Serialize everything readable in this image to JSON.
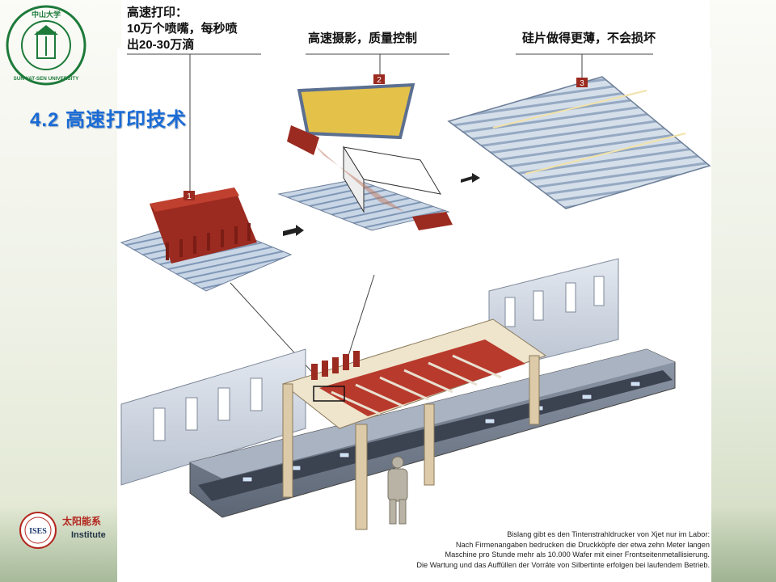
{
  "slide_title": "4.2 高速打印技术",
  "labels": {
    "step1_lines": [
      "高速打印：",
      "10万个喷嘴，每秒喷",
      "出20-30万滴"
    ],
    "step2": "高速摄影，质量控制",
    "step3": "硅片做得更薄，不会损坏"
  },
  "step_numbers": [
    "1",
    "2",
    "3"
  ],
  "university_logo": {
    "icon": "sun-yat-sen-university-seal-icon",
    "chinese_name": "中山大学",
    "english_name": "SUN YAT-SEN UNIVERSITY",
    "color": "#1d7a3a"
  },
  "institute": {
    "name": "太阳能系",
    "sub": "Institute",
    "logo_text": "ISES",
    "color": "#b3261e"
  },
  "caption_lines": [
    "Bislang gibt es den Tintenstrahldrucker von Xjet nur im Labor:",
    "Nach Firmenangaben bedrucken die Druckköpfe der  etwa zehn Meter langen",
    "Maschine pro Stunde mehr als 10.000 Wafer mit einer Frontseitenmetallisierung.",
    "Die Wartung und das Auffüllen der Vorräte von Silbertinte erfolgen bei laufendem Betrieb."
  ],
  "colors": {
    "title": "#1a6bd6",
    "printhead": "#9b2a20",
    "frame": "#dccaa8",
    "wafer": "#9fb5cf"
  }
}
